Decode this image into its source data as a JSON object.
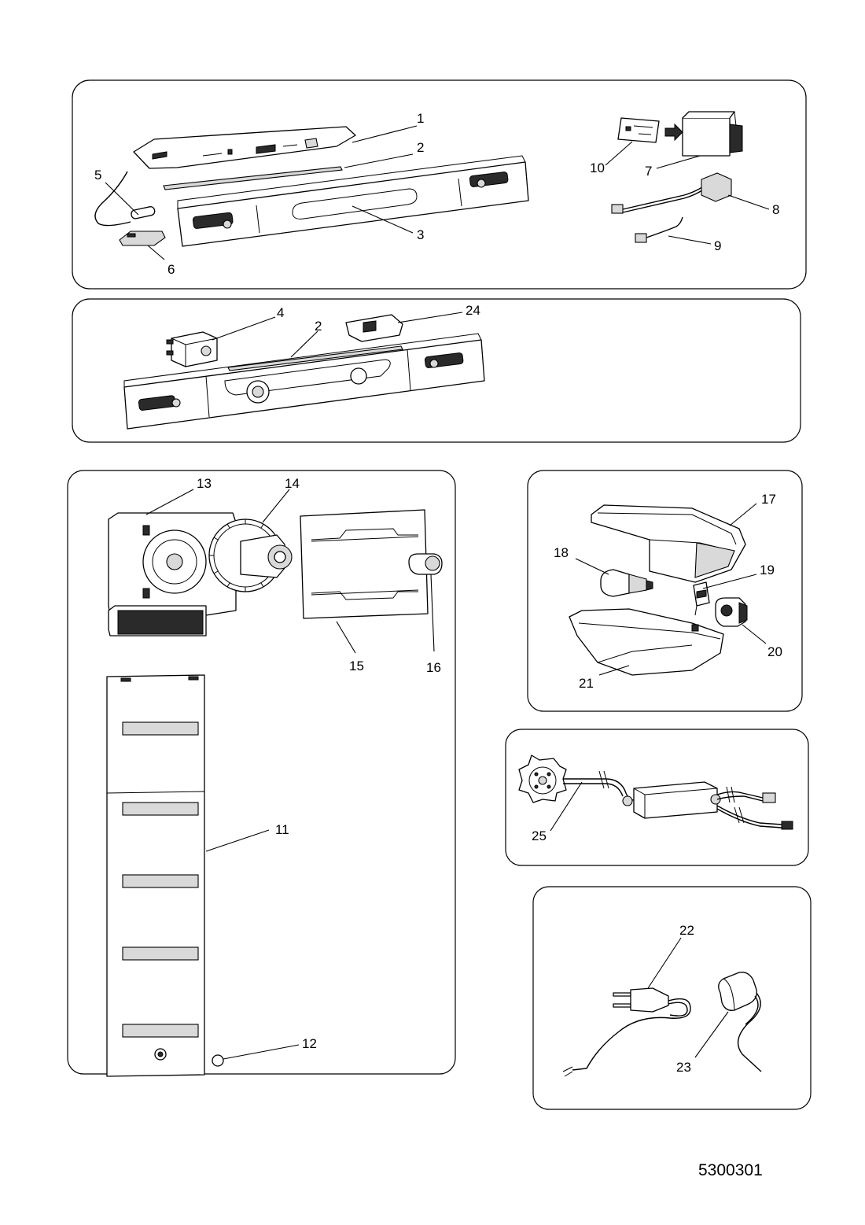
{
  "callouts": {
    "c1": "1",
    "c2a": "2",
    "c2b": "2",
    "c3": "3",
    "c4": "4",
    "c5": "5",
    "c6": "6",
    "c7": "7",
    "c8": "8",
    "c9": "9",
    "c10": "10",
    "c11": "11",
    "c12": "12",
    "c13": "13",
    "c14": "14",
    "c15": "15",
    "c16": "16",
    "c17": "17",
    "c18": "18",
    "c19": "19",
    "c20": "20",
    "c21": "21",
    "c22": "22",
    "c23": "23",
    "c24": "24",
    "c25": "25"
  },
  "document_number": "5300301"
}
